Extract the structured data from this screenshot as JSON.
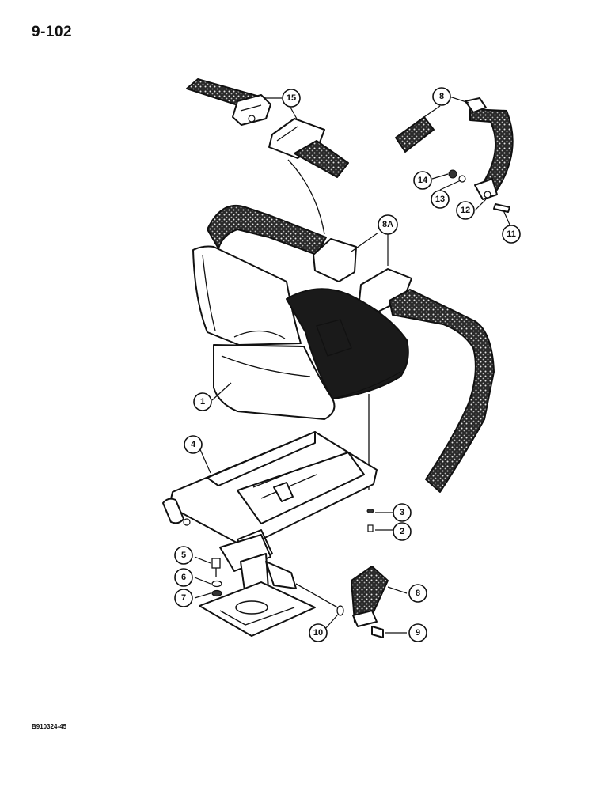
{
  "page": {
    "number": "9-102",
    "figure_code": "B910324-45"
  },
  "callouts": {
    "c1": "1",
    "c2": "2",
    "c3": "3",
    "c4": "4",
    "c5": "5",
    "c6": "6",
    "c7": "7",
    "c8_lower": "8",
    "c8_upper": "8",
    "c8a": "8A",
    "c9": "9",
    "c10": "10",
    "c11": "11",
    "c12": "12",
    "c13": "13",
    "c14": "14",
    "c15": "15"
  },
  "colors": {
    "ink": "#111111",
    "paper": "#ffffff",
    "belt_fill": "#555555"
  }
}
